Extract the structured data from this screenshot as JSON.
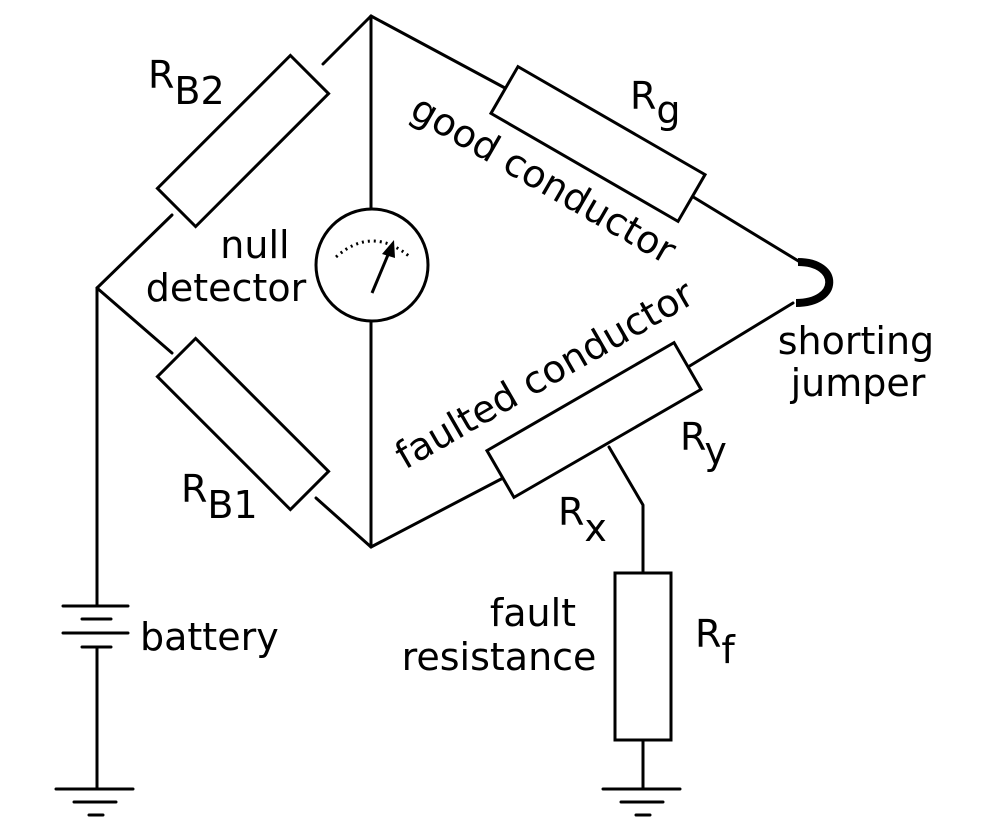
{
  "labels": {
    "rb2": {
      "main": "R",
      "sub": "B2"
    },
    "rb1": {
      "main": "R",
      "sub": "B1"
    },
    "rg": {
      "main": "R",
      "sub": "g"
    },
    "rx": {
      "main": "R",
      "sub": "x"
    },
    "ry": {
      "main": "R",
      "sub": "y"
    },
    "rf": {
      "main": "R",
      "sub": "f"
    },
    "good_conductor": "good conductor",
    "faulted_conductor": "faulted conductor",
    "null_detector": [
      "null",
      "detector"
    ],
    "shorting_jumper": [
      "shorting",
      "jumper"
    ],
    "battery": "battery",
    "fault_resistance": [
      "fault",
      "resistance"
    ]
  },
  "colors": {
    "line": "#000000",
    "background": "#ffffff"
  }
}
